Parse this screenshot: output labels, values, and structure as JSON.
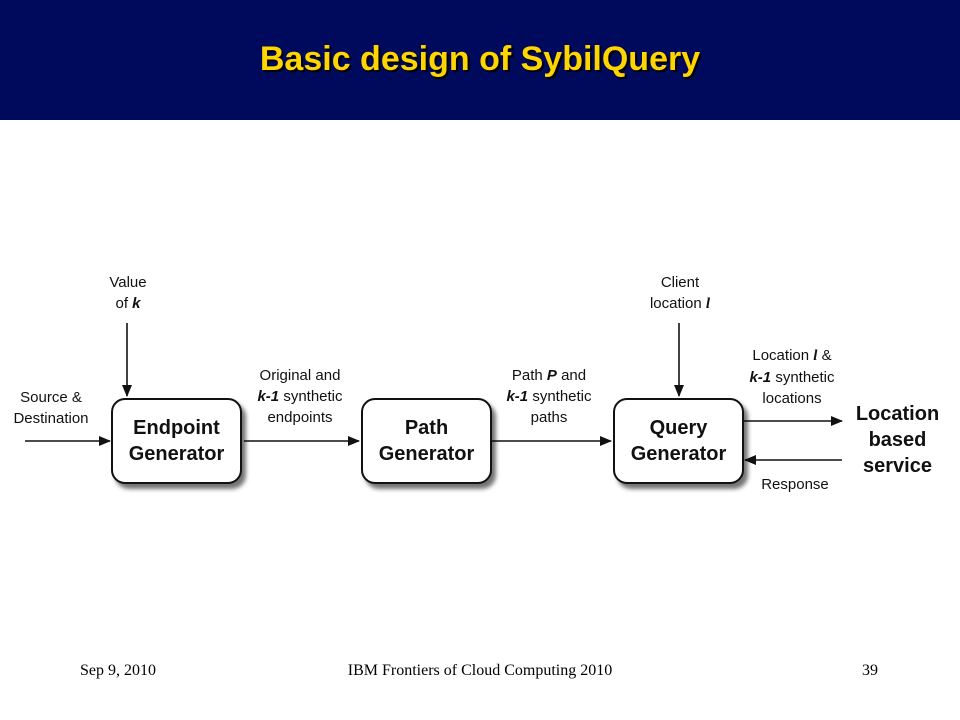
{
  "title": "Basic design of SybilQuery",
  "diagram": {
    "boxes": {
      "endpoint": "Endpoint\nGenerator",
      "path": "Path\nGenerator",
      "query": "Query\nGenerator"
    },
    "lbs": "Location\nbased\nservice",
    "labels": {
      "source_l1": "Source &",
      "source_l2": "Destination",
      "value_l1": "Value",
      "value_l2a": "of ",
      "value_k": "k",
      "orig_l1": "Original and",
      "orig_k1": "k-1",
      "orig_l2": " synthetic",
      "orig_l3": "endpoints",
      "pathp_l1a": "Path ",
      "pathp_P": "P",
      "pathp_l1b": " and",
      "pathp_k1": "k-1",
      "pathp_l2": " synthetic",
      "pathp_l3": "paths",
      "client_l1": "Client",
      "client_l2a": "location ",
      "client_l": "l",
      "loc_l1a": "Location ",
      "loc_l": "l",
      "loc_l1b": " &",
      "loc_k1": "k-1",
      "loc_l2": " synthetic",
      "loc_l3": "locations",
      "response": "Response"
    }
  },
  "footer": {
    "date": "Sep 9, 2010",
    "event": "IBM Frontiers of Cloud Computing 2010",
    "page": "39"
  }
}
